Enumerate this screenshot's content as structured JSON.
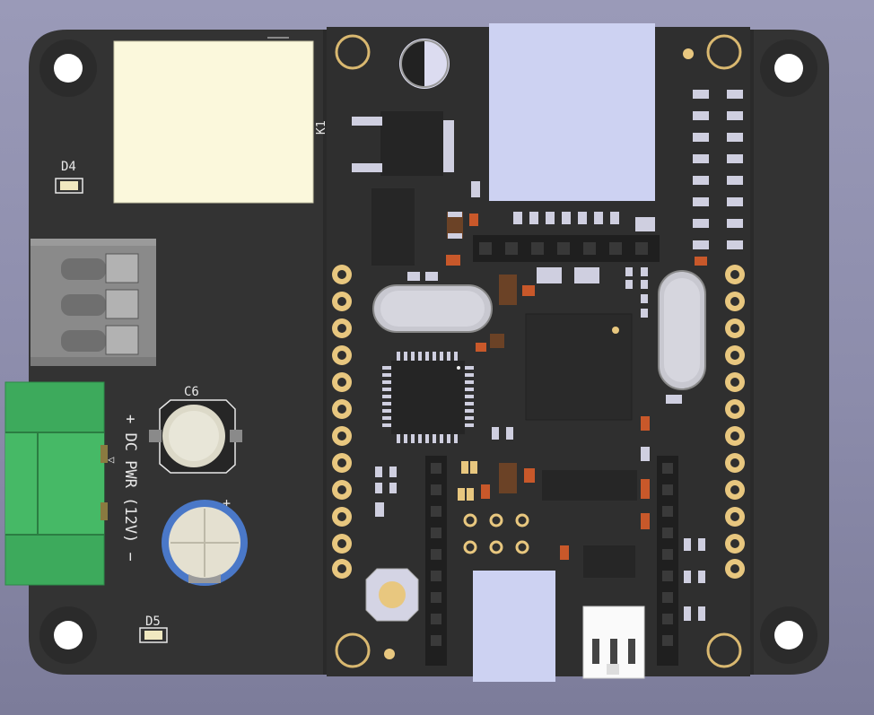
{
  "view": {
    "background_color": "#8f8fae",
    "board_color": "#333333",
    "pad_color": "#e8c77f",
    "silkscreen_color": "#e8e8e8"
  },
  "silkscreen": {
    "k1": "K1",
    "d4": "D4",
    "d5": "D5",
    "c6": "C6",
    "plus": "+",
    "power_label": "+ DC PWR (12V) −",
    "arrow": "◁"
  }
}
